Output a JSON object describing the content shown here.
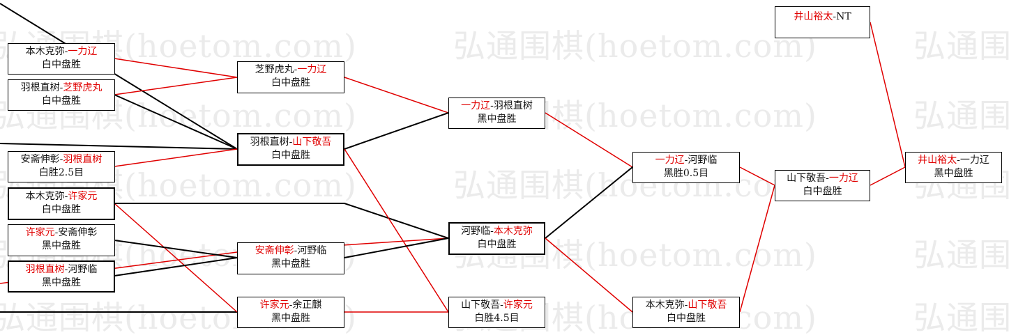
{
  "watermark": "弘通围棋(hoetom.com)",
  "colors": {
    "winner": "#e00000",
    "loser_line": "#000000",
    "win_line": "#e00000"
  },
  "boxes": {
    "r1_1": {
      "p1": "本木克弥",
      "sep": "-",
      "p2": "一力辽",
      "winner": 2,
      "result": "白中盘胜"
    },
    "r1_2": {
      "p1": "羽根直树",
      "sep": "-",
      "p2": "芝野虎丸",
      "winner": 2,
      "result": "白中盘胜"
    },
    "r1_3": {
      "p1": "安斋伸彰",
      "sep": "-",
      "p2": "羽根直树",
      "winner": 2,
      "result": "白胜2.5目"
    },
    "r1_4": {
      "p1": "本木克弥",
      "sep": "-",
      "p2": "许家元",
      "winner": 2,
      "result": "白中盘胜"
    },
    "r1_5": {
      "p1": "许家元",
      "sep": "-",
      "p2": "安斋伸彰",
      "winner": 1,
      "result": "黑中盘胜"
    },
    "r1_6": {
      "p1": "羽根直树",
      "sep": "-",
      "p2": "河野临",
      "winner": 1,
      "result": "黑中盘胜"
    },
    "r2_1": {
      "p1": "芝野虎丸",
      "sep": "-",
      "p2": "一力辽",
      "winner": 2,
      "result": "白中盘胜"
    },
    "r2_2": {
      "p1": "羽根直树",
      "sep": "-",
      "p2": "山下敬吾",
      "winner": 2,
      "result": "白中盘胜"
    },
    "r2_3": {
      "p1": "安斋伸彰",
      "sep": "-",
      "p2": "河野临",
      "winner": 1,
      "result": "黑中盘胜"
    },
    "r2_4": {
      "p1": "许家元",
      "sep": "-",
      "p2": "余正麒",
      "winner": 1,
      "result": "黑中盘胜"
    },
    "r3_1": {
      "p1": "一力辽",
      "sep": "-",
      "p2": "羽根直树",
      "winner": 1,
      "result": "黑中盘胜"
    },
    "r3_2": {
      "p1": "河野临",
      "sep": "-",
      "p2": "本木克弥",
      "winner": 2,
      "result": "白中盘胜"
    },
    "r3_3": {
      "p1": "山下敬吾",
      "sep": "-",
      "p2": "许家元",
      "winner": 2,
      "result": "白胜4.5目"
    },
    "r4_1": {
      "p1": "一力辽",
      "sep": "-",
      "p2": "河野临",
      "winner": 1,
      "result": "黑胜0.5目"
    },
    "r4_2": {
      "p1": "本木克弥",
      "sep": "-",
      "p2": "山下敬吾",
      "winner": 2,
      "result": "白中盘胜"
    },
    "r5_1": {
      "p1": "山下敬吾",
      "sep": "-",
      "p2": "一力辽",
      "winner": 2,
      "result": "白中盘胜"
    },
    "f_1": {
      "p1": "井山裕太",
      "sep": "-",
      "p2": "NT",
      "winner": 1,
      "result": ""
    },
    "f_2": {
      "p1": "井山裕太",
      "sep": "-",
      "p2": "一力辽",
      "winner": 1,
      "result": "黑中盘胜"
    }
  }
}
